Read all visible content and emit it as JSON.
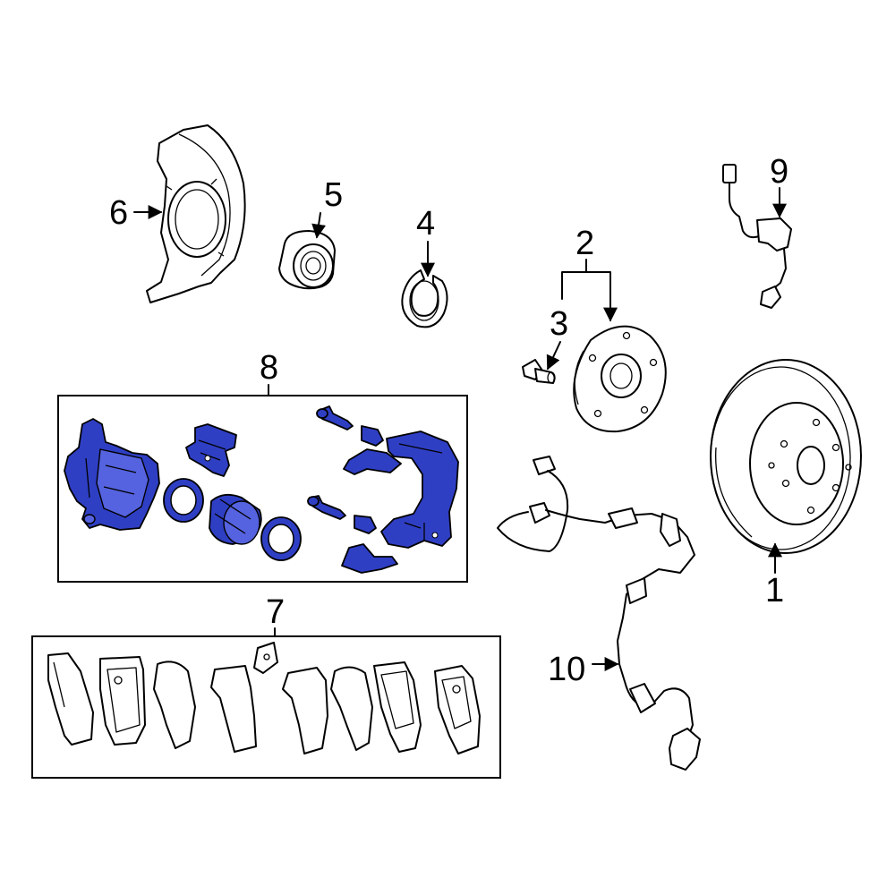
{
  "callouts": {
    "c1": "1",
    "c2": "2",
    "c3": "3",
    "c4": "4",
    "c5": "5",
    "c6": "6",
    "c7": "7",
    "c8": "8",
    "c9": "9",
    "c10": "10"
  },
  "colors": {
    "highlight": "#2f3fc4",
    "outline": "#000000",
    "background": "#ffffff"
  }
}
